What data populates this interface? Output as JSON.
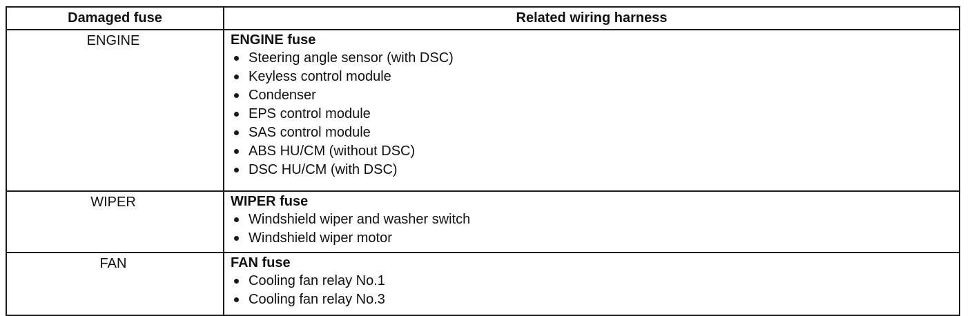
{
  "table": {
    "headers": {
      "fuse": "Damaged fuse",
      "harness": "Related wiring harness"
    },
    "rows": [
      {
        "fuse": "ENGINE",
        "harness_title": "ENGINE fuse",
        "items": [
          "Steering angle sensor (with DSC)",
          "Keyless control module",
          "Condenser",
          "EPS control module",
          "SAS control module",
          "ABS HU/CM (without DSC)",
          "DSC HU/CM (with DSC)"
        ]
      },
      {
        "fuse": "WIPER",
        "harness_title": "WIPER fuse",
        "items": [
          "Windshield wiper and washer switch",
          "Windshield wiper motor"
        ]
      },
      {
        "fuse": "FAN",
        "harness_title": "FAN fuse",
        "items": [
          "Cooling fan relay No.1",
          "Cooling fan relay No.3"
        ]
      }
    ]
  }
}
